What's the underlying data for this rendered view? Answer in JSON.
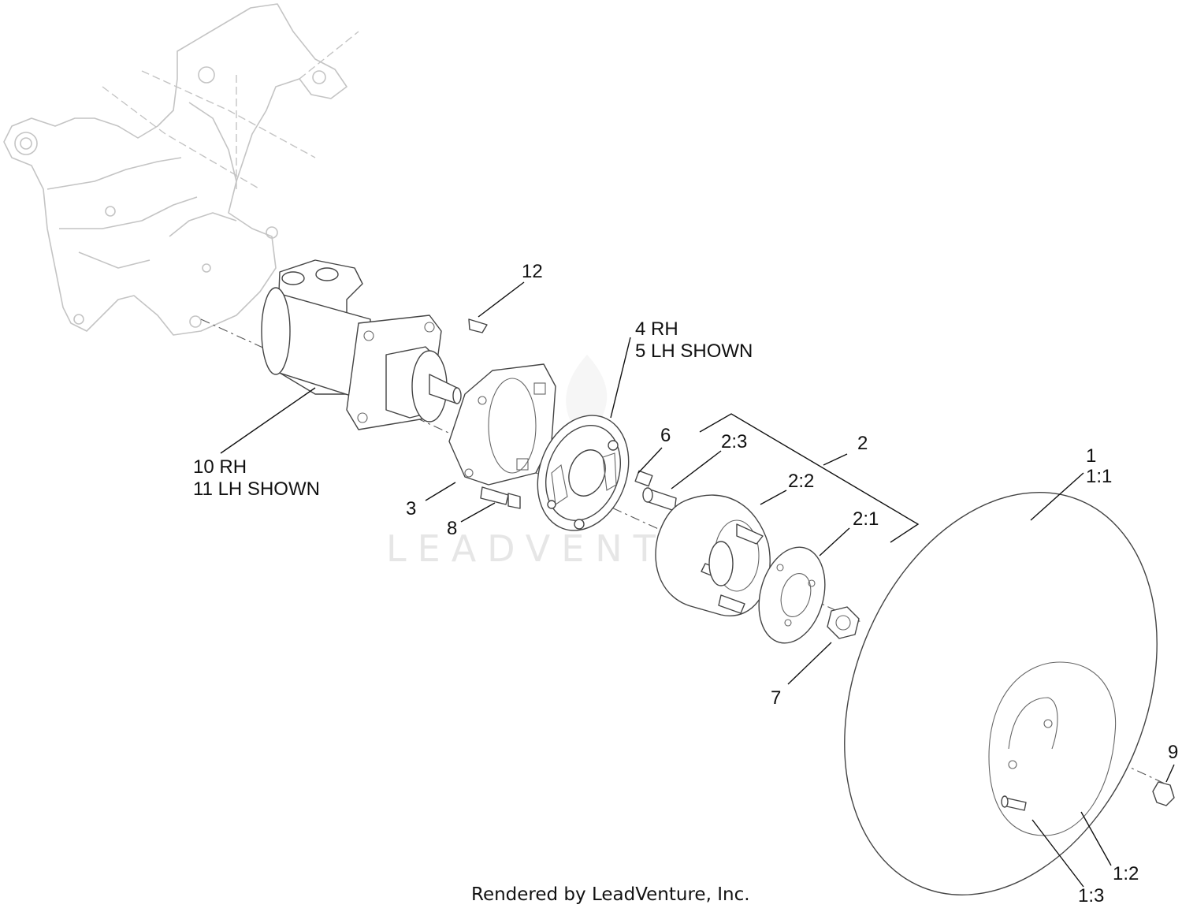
{
  "watermark": {
    "text": "LEADVENTURE"
  },
  "footer": {
    "credit": "Rendered by LeadVenture, Inc."
  },
  "callouts": {
    "c12": "12",
    "c4": "4 RH",
    "c5": "5 LH SHOWN",
    "c10": "10 RH",
    "c11": "11 LH SHOWN",
    "c6": "6",
    "c3": "3",
    "c8": "8",
    "c2": "2",
    "c2_3": "2:3",
    "c2_2": "2:2",
    "c2_1": "2:1",
    "c1": "1",
    "c1_1": "1:1",
    "c7": "7",
    "c9": "9",
    "c1_2": "1:2",
    "c1_3": "1:3"
  }
}
